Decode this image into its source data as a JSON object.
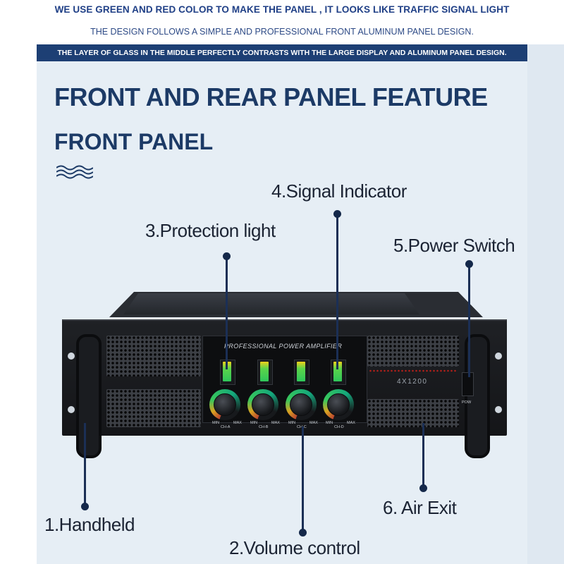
{
  "header": {
    "line1": "WE USE GREEN AND RED COLOR TO MAKE THE PANEL , IT LOOKS LIKE TRAFFIC SIGNAL LIGHT",
    "line2": "THE DESIGN FOLLOWS A SIMPLE AND PROFESSIONAL FRONT ALUMINUM PANEL DESIGN.",
    "banner": "THE LAYER OF GLASS IN THE MIDDLE PERFECTLY CONTRASTS WITH THE LARGE DISPLAY AND ALUMINUM PANEL DESIGN."
  },
  "section": {
    "title": "FRONT AND REAR PANEL FEATURE",
    "subtitle": "FRONT PANEL",
    "waves_icon": "waves-icon"
  },
  "callouts": {
    "handheld": "1.Handheld",
    "volume": "2.Volume control",
    "protection": "3.Protection light",
    "signal": "4.Signal Indicator",
    "power": "5.Power Switch",
    "air": "6. Air Exit"
  },
  "amplifier": {
    "title": "PROFESSIONAL POWER AMPLIFIER",
    "model": "4X1200",
    "channels": [
      "CH-A",
      "CH-B",
      "CH-C",
      "CH-D"
    ],
    "min_label": "MIN",
    "max_label": "MAX",
    "power_label": "POW"
  },
  "colors": {
    "navy": "#1c3a66",
    "banner_bg": "#1d3f74",
    "meter_green": "#2fc65a",
    "meter_yellow": "#f0d01a",
    "led_red": "#b8201a"
  }
}
